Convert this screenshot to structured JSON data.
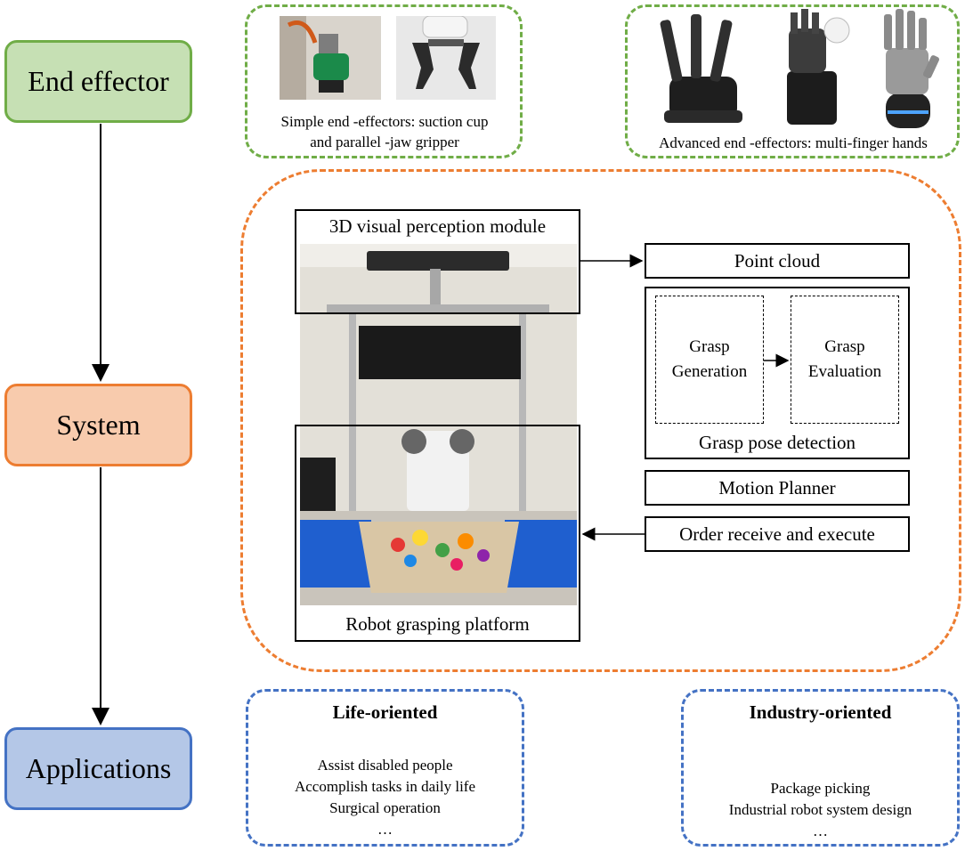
{
  "stages": {
    "end_effector": "End effector",
    "system": "System",
    "applications": "Applications"
  },
  "end_effectors": {
    "simple_caption_line1": "Simple end -effectors: suction cup",
    "simple_caption_line2": "and parallel -jaw gripper",
    "advanced_caption": "Advanced end -effectors: multi-finger hands"
  },
  "system": {
    "perception_module": "3D visual perception module",
    "platform": "Robot grasping platform",
    "point_cloud": "Point cloud",
    "grasp_generation_line1": "Grasp",
    "grasp_generation_line2": "Generation",
    "grasp_evaluation_line1": "Grasp",
    "grasp_evaluation_line2": "Evaluation",
    "grasp_pose_detection": "Grasp pose detection",
    "motion_planner": "Motion Planner",
    "order_receive": "Order receive and execute"
  },
  "applications": {
    "life": {
      "title": "Life-oriented",
      "items": [
        "Assist disabled people",
        "Accomplish  tasks in daily life",
        "Surgical operation",
        "…"
      ]
    },
    "industry": {
      "title": "Industry-oriented",
      "items": [
        "Package picking",
        "Industrial robot system design",
        "…"
      ]
    }
  },
  "colors": {
    "green": "#70ad47",
    "orange": "#ed7d31",
    "blue": "#4472c4"
  }
}
